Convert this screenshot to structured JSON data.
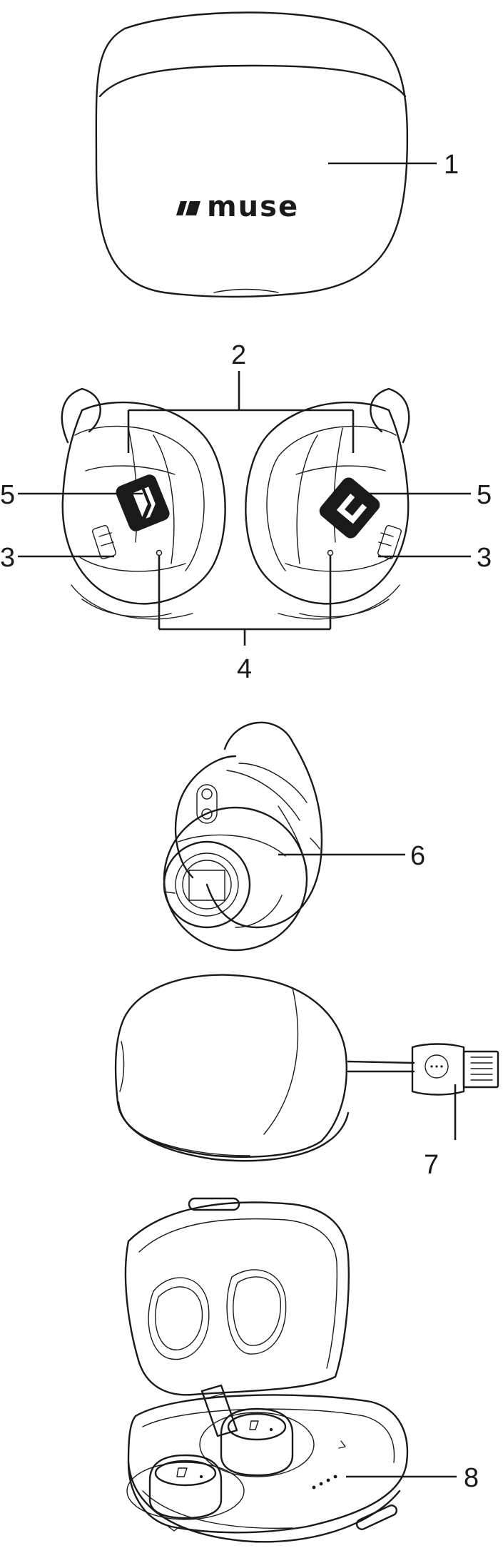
{
  "brand": {
    "logo_text": "muse"
  },
  "callouts": {
    "c1": "1",
    "c2": "2",
    "c3_left": "3",
    "c3_right": "3",
    "c4": "4",
    "c5_left": "5",
    "c5_right": "5",
    "c6": "6",
    "c7": "7",
    "c8": "8"
  }
}
